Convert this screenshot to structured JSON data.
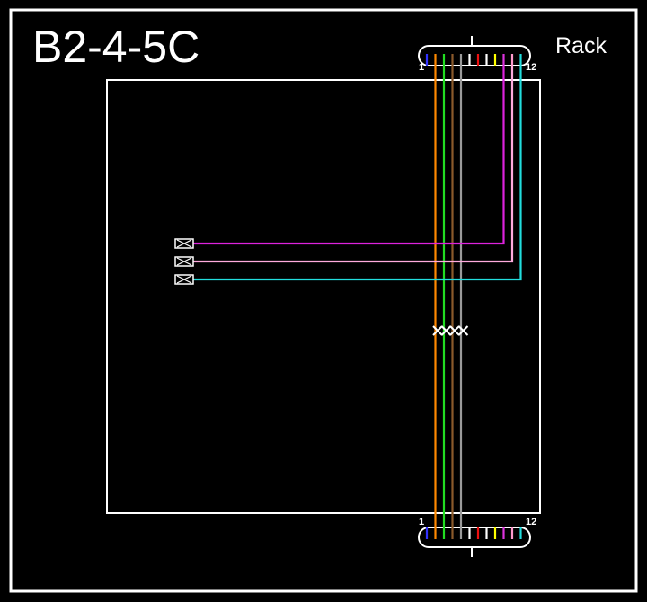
{
  "diagram": {
    "title": "B2-4-5C",
    "rack_label": "Rack",
    "connector_top": {
      "start_label": "1",
      "end_label": "12"
    },
    "connector_bottom": {
      "start_label": "1",
      "end_label": "12"
    },
    "fiber_colors": [
      "#3333ff",
      "#ff8800",
      "#22dd22",
      "#8b5a2b",
      "#9a9a9a",
      "#ffffff",
      "#ee1111",
      "#ffffff",
      "#ffff00",
      "#dd33dd",
      "#ff99cc",
      "#22dddd"
    ],
    "through_fibers": [
      2,
      3,
      4,
      5
    ],
    "cut_marks_count": 4,
    "outlet_runs": [
      {
        "fiber": 10,
        "color": "#dd22dd"
      },
      {
        "fiber": 11,
        "color": "#ffaadd"
      },
      {
        "fiber": 12,
        "color": "#22dddd"
      }
    ]
  }
}
